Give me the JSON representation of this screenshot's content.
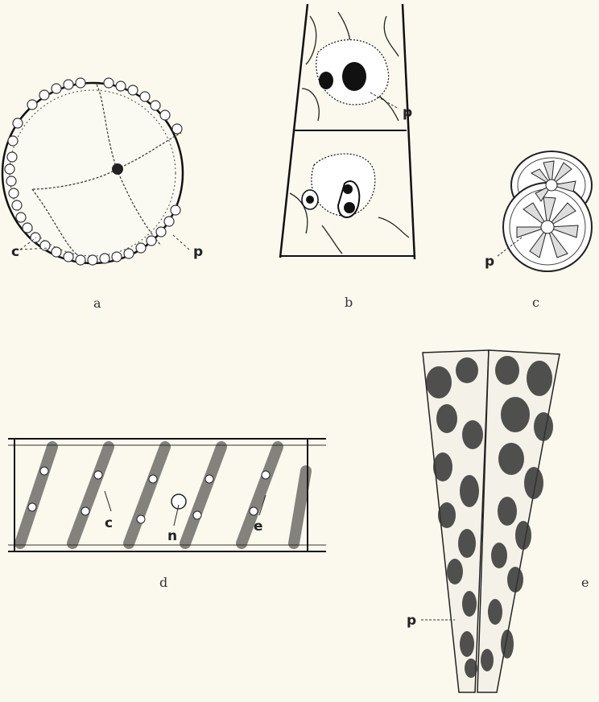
{
  "panels": [
    {
      "caption": "a",
      "labels": [
        "c",
        "p"
      ]
    },
    {
      "caption": "b",
      "labels": [
        "p"
      ]
    },
    {
      "caption": "c",
      "labels": [
        "p"
      ]
    },
    {
      "caption": "d",
      "labels": [
        "c",
        "n",
        "e"
      ]
    },
    {
      "caption": "e",
      "labels": [
        "p"
      ]
    }
  ]
}
